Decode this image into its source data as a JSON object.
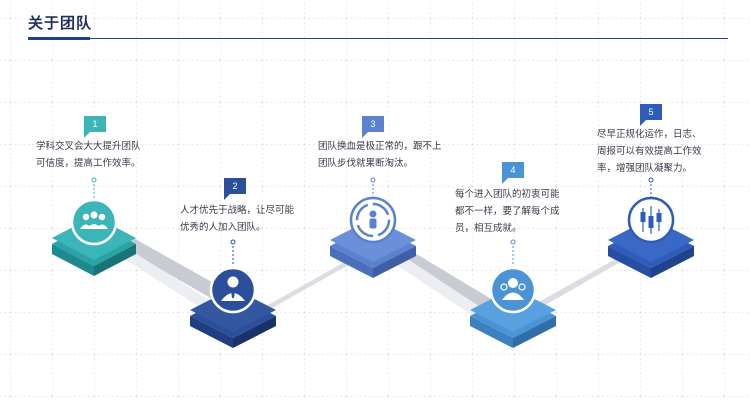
{
  "page": {
    "title": "关于团队"
  },
  "steps": [
    {
      "number": "1",
      "text_line1": "学科交叉会大大提升团队",
      "text_line2": "可信度，提高工作效率。",
      "text_line3": "",
      "icon": "team-icon",
      "color": "#3bb5b8"
    },
    {
      "number": "2",
      "text_line1": "人才优先于战略，让尽可能",
      "text_line2": "优秀的人加入团队。",
      "text_line3": "",
      "icon": "person-icon",
      "color": "#2b4f9a"
    },
    {
      "number": "3",
      "text_line1": "团队换血是极正常的，跟不上",
      "text_line2": "团队步伐就果断淘汰。",
      "text_line3": "",
      "icon": "refresh-person-icon",
      "color": "#5b82d0"
    },
    {
      "number": "4",
      "text_line1": "每个进入团队的初衷可能",
      "text_line2": "都不一样，要了解每个成",
      "text_line3": "员，相互成就。",
      "icon": "group-icon",
      "color": "#4a94d6"
    },
    {
      "number": "5",
      "text_line1": "尽早正规化运作，日志、",
      "text_line2": "周报可以有效提高工作效",
      "text_line3": "率，增强团队凝聚力。",
      "icon": "chart-candles-icon",
      "color": "#2f5cba"
    }
  ]
}
